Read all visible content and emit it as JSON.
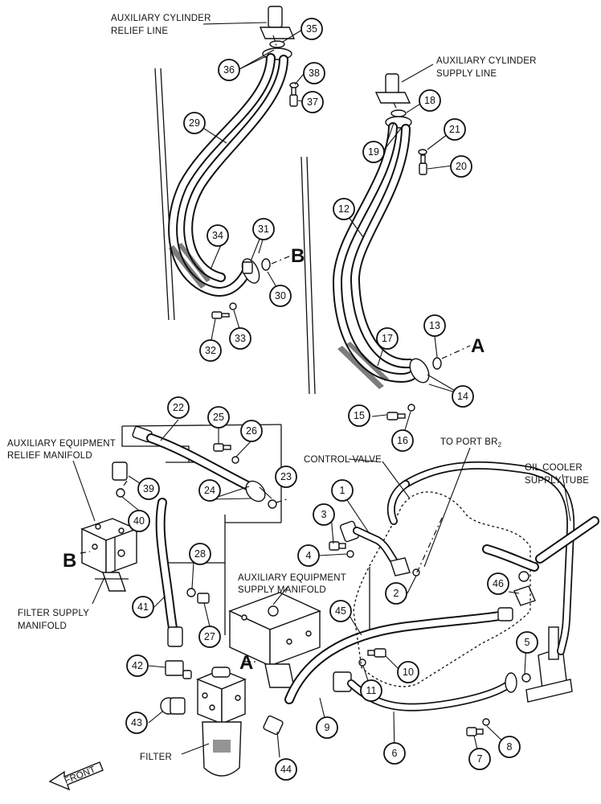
{
  "labels": {
    "aux_cyl_relief_line_1": "AUXILIARY CYLINDER",
    "aux_cyl_relief_line_2": "RELIEF LINE",
    "aux_cyl_supply_line_1": "AUXILIARY CYLINDER",
    "aux_cyl_supply_line_2": "SUPPLY LINE",
    "aux_equip_relief_manifold_1": "AUXILIARY EQUIPMENT",
    "aux_equip_relief_manifold_2": "RELIEF MANIFOLD",
    "control_valve": "CONTROL VALVE",
    "to_port_br2": "TO PORT BR",
    "to_port_br2_sub": "2",
    "oil_cooler_supply_tube_1": "OIL COOLER",
    "oil_cooler_supply_tube_2": "SUPPLY TUBE",
    "aux_equip_supply_manifold_1": "AUXILIARY EQUIPMENT",
    "aux_equip_supply_manifold_2": "SUPPLY MANIFOLD",
    "filter_supply_manifold_1": "FILTER SUPPLY",
    "filter_supply_manifold_2": "MANIFOLD",
    "filter": "FILTER",
    "front": "FRONT"
  },
  "reference_letters": {
    "b_upper": "B",
    "a_upper": "A",
    "b_lower": "B",
    "a_lower": "A"
  },
  "callouts": {
    "c1": "1",
    "c2": "2",
    "c3": "3",
    "c4": "4",
    "c5": "5",
    "c6": "6",
    "c7": "7",
    "c8": "8",
    "c9": "9",
    "c10": "10",
    "c11": "11",
    "c12": "12",
    "c13": "13",
    "c14": "14",
    "c15": "15",
    "c16": "16",
    "c17": "17",
    "c18": "18",
    "c19": "19",
    "c20": "20",
    "c21": "21",
    "c22": "22",
    "c23": "23",
    "c24": "24",
    "c25": "25",
    "c26": "26",
    "c27": "27",
    "c28": "28",
    "c29": "29",
    "c30": "30",
    "c31": "31",
    "c32": "32",
    "c33": "33",
    "c34": "34",
    "c35": "35",
    "c36": "36",
    "c37": "37",
    "c38": "38",
    "c39": "39",
    "c40": "40",
    "c41": "41",
    "c42": "42",
    "c43": "43",
    "c44": "44",
    "c45": "45",
    "c46": "46"
  }
}
